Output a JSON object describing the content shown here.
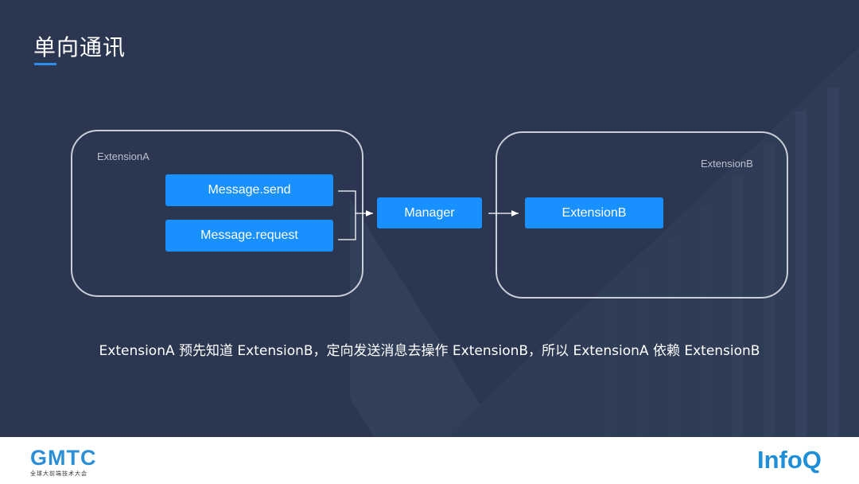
{
  "slide": {
    "title": "单向通讯"
  },
  "diagram": {
    "groups": [
      {
        "id": "ext-a",
        "label": "ExtensionA"
      },
      {
        "id": "ext-b",
        "label": "ExtensionB"
      }
    ],
    "nodes": {
      "message_send": "Message.send",
      "message_request": "Message.request",
      "manager": "Manager",
      "extension_b": "ExtensionB"
    }
  },
  "caption": "ExtensionA 预先知道 ExtensionB，定向发送消息去操作 ExtensionB，所以 ExtensionA 依赖 ExtensionB",
  "footer": {
    "left_logo": "GMTC",
    "left_logo_sub": "全球大前端技术大会",
    "right_logo": "InfoQ"
  },
  "colors": {
    "background": "#2b3750",
    "node_fill": "#1890ff",
    "accent": "#2d8cf0",
    "box_border": "#c9ced8"
  }
}
